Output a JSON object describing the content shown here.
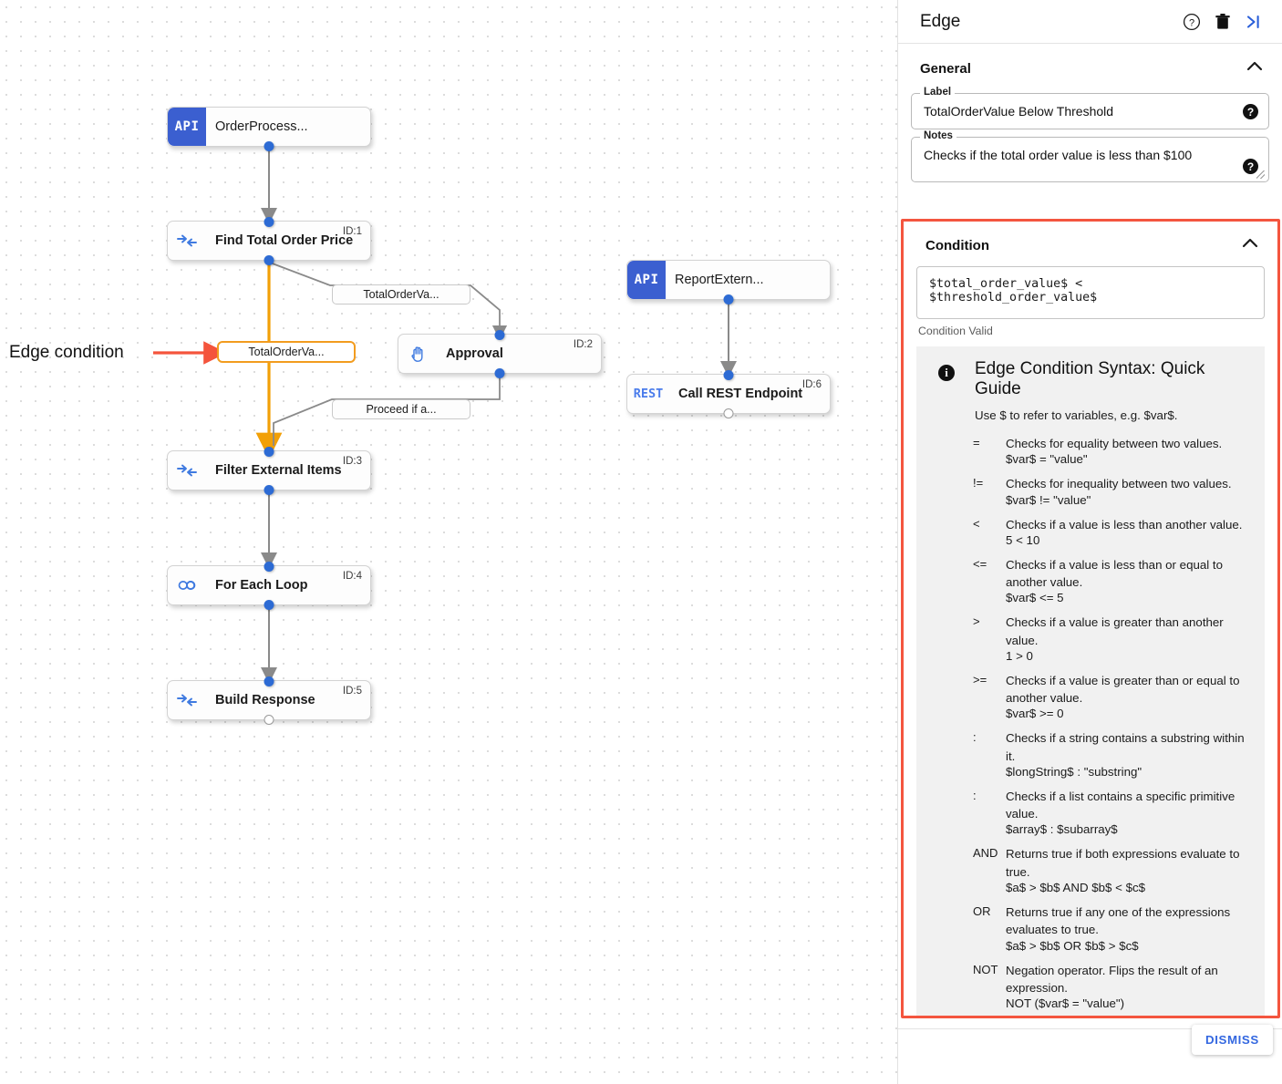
{
  "canvas": {
    "annotation": {
      "text": "Edge condition",
      "arrow_color": "#f4543c"
    },
    "nodes": [
      {
        "name": "OrderProcess...",
        "icon": "api-icon",
        "icon_text": "API",
        "id_label": "",
        "kind": "api"
      },
      {
        "name": "Find Total Order Price",
        "icon": "transform-icon",
        "icon_text": "",
        "id_label": "ID:1",
        "kind": "step"
      },
      {
        "name": "Approval",
        "icon": "hand-icon",
        "icon_text": "",
        "id_label": "ID:2",
        "kind": "step"
      },
      {
        "name": "Filter External Items",
        "icon": "transform-icon",
        "icon_text": "",
        "id_label": "ID:3",
        "kind": "step"
      },
      {
        "name": "For Each Loop",
        "icon": "loop-icon",
        "icon_text": "",
        "id_label": "ID:4",
        "kind": "step"
      },
      {
        "name": "Build Response",
        "icon": "transform-icon",
        "icon_text": "",
        "id_label": "ID:5",
        "kind": "step"
      },
      {
        "name": "ReportExtern...",
        "icon": "api-icon",
        "icon_text": "API",
        "id_label": "",
        "kind": "api"
      },
      {
        "name": "Call REST Endpoint",
        "icon": "rest-icon",
        "icon_text": "REST",
        "id_label": "ID:6",
        "kind": "rest"
      }
    ],
    "edge_labels": [
      {
        "text": "TotalOrderVa...",
        "selected": false
      },
      {
        "text": "TotalOrderVa...",
        "selected": true
      },
      {
        "text": "Proceed if a...",
        "selected": false
      }
    ],
    "selected_edge_color": "#f2a007"
  },
  "panel": {
    "title": "Edge",
    "header_icons": [
      {
        "name": "help-icon",
        "glyph": "?"
      },
      {
        "name": "delete-icon",
        "glyph": "trash"
      },
      {
        "name": "collapse-panel-icon",
        "glyph": ">|"
      }
    ],
    "general": {
      "section_title": "General",
      "label_legend": "Label",
      "label_value": "TotalOrderValue Below Threshold",
      "notes_legend": "Notes",
      "notes_value": "Checks if the total order value is less than $100"
    },
    "condition": {
      "section_title": "Condition",
      "expression": "$total_order_value$ < $threshold_order_value$",
      "validity": "Condition Valid",
      "highlight_color": "#f4553f",
      "guide": {
        "title": "Edge Condition Syntax: Quick Guide",
        "subtitle": "Use $ to refer to variables, e.g. $var$.",
        "operators": [
          {
            "symbol": "=",
            "description": "Checks for equality between two values.",
            "example": "$var$ = \"value\""
          },
          {
            "symbol": "!=",
            "description": "Checks for inequality between two values.",
            "example": "$var$ != \"value\""
          },
          {
            "symbol": "<",
            "description": "Checks if a value is less than another value.",
            "example": "5 < 10"
          },
          {
            "symbol": "<=",
            "description": "Checks if a value is less than or equal to another value.",
            "example": "$var$ <= 5"
          },
          {
            "symbol": ">",
            "description": "Checks if a value is greater than another value.",
            "example": "1 > 0"
          },
          {
            "symbol": ">=",
            "description": "Checks if a value is greater than or equal to another value.",
            "example": "$var$ >= 0"
          },
          {
            "symbol": ":",
            "description": "Checks if a string contains a substring within it.",
            "example": "$longString$ : \"substring\""
          },
          {
            "symbol": ":",
            "description": "Checks if a list contains a specific primitive value.",
            "example": "$array$ : $subarray$"
          },
          {
            "symbol": "AND",
            "description": "Returns true if both expressions evaluate to true.",
            "example": "$a$ > $b$ AND $b$ < $c$"
          },
          {
            "symbol": "OR",
            "description": "Returns true if any one of the expressions evaluates to true.",
            "example": "$a$ > $b$ OR $b$ > $c$"
          },
          {
            "symbol": "NOT",
            "description": "Negation operator. Flips the result of an expression.",
            "example": "NOT ($var$ = \"value\")"
          }
        ]
      }
    },
    "dismiss_label": "DISMISS"
  }
}
